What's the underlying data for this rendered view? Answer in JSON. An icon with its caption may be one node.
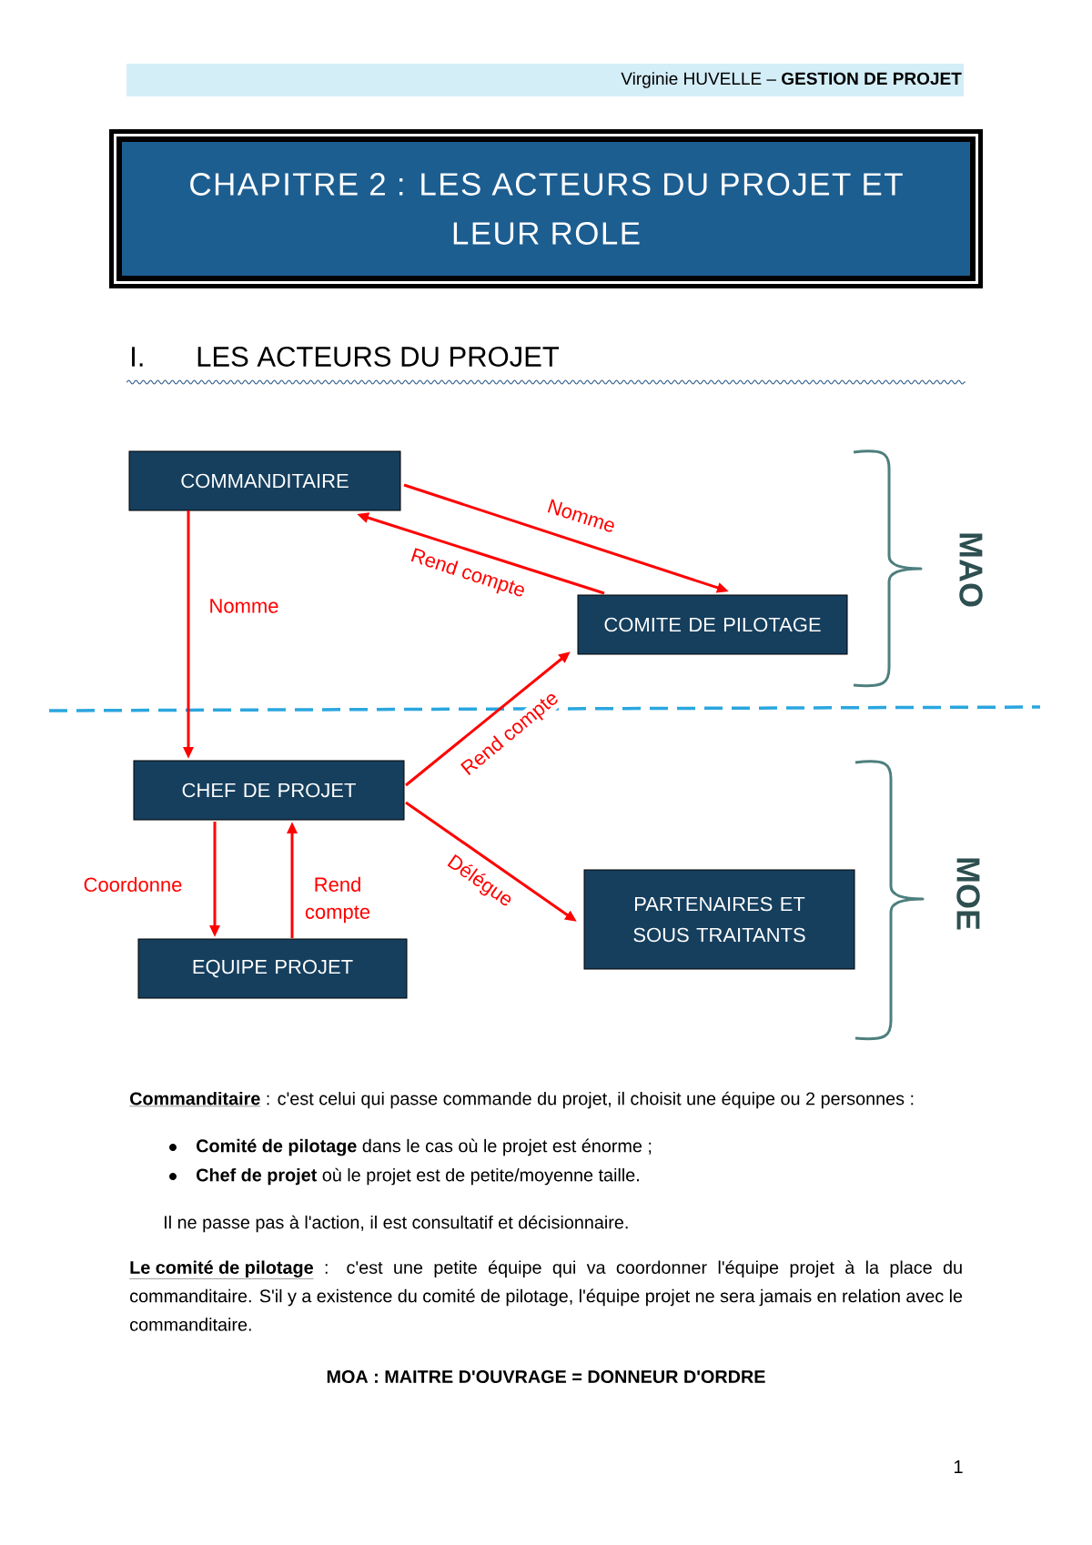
{
  "diagram": {
    "title": "CHAPITRE 2 : LES ACTEURS DU PROJET ET LEUR ROLE",
    "nodes": [
      {
        "text": [
          "COMMANDITAIRE"
        ]
      },
      {
        "text": [
          "COMITE DE PILOTAGE"
        ]
      },
      {
        "text": [
          "CHEF DE PROJET"
        ]
      },
      {
        "text": [
          "EQUIPE PROJET"
        ]
      },
      {
        "text": [
          "PARTENAIRES ET SOUS TRAITANTS"
        ]
      }
    ],
    "edges": [
      {
        "from": 0,
        "to": 1,
        "arrow": "to",
        "label": "Nomme"
      },
      {
        "from": 1,
        "to": 0,
        "arrow": "to",
        "label": "Rend compte"
      },
      {
        "from": 0,
        "to": 2,
        "arrow": "to",
        "label": "Nomme"
      },
      {
        "from": 2,
        "to": 1,
        "arrow": "to",
        "label": "Rend compte"
      },
      {
        "from": 2,
        "to": 4,
        "arrow": "to",
        "label": "Délégue"
      },
      {
        "from": 2,
        "to": 3,
        "arrow": "to",
        "label": "Coordonne"
      },
      {
        "from": 3,
        "to": 2,
        "arrow": "to",
        "label": "Rend compte"
      }
    ],
    "labels": [
      "Virginie HUVELLE – **GESTION DE PROJET**",
      "I.",
      "LES ACTEURS DU PROJET",
      "MAO",
      "MOE",
      "**Commanditaire** : c'est celui qui passe commande du projet, il choisit une équipe ou 2 personnes :",
      "**Comité de pilotage** dans le cas où le projet est énorme ;",
      "**Chef de projet** où le projet est de petite/moyenne taille.",
      "Il ne passe pas à l'action, il est consultatif et décisionnaire.",
      "**Le comité de pilotage** : c'est une petite équipe qui va coordonner l'équipe projet à la place du commanditaire. S'il y a existence du comité de pilotage, l'équipe projet ne sera jamais en relation avec le commanditaire.",
      "MOA : MAITRE D'OUVRAGE = DONNEUR D'ORDRE",
      "1"
    ]
  }
}
